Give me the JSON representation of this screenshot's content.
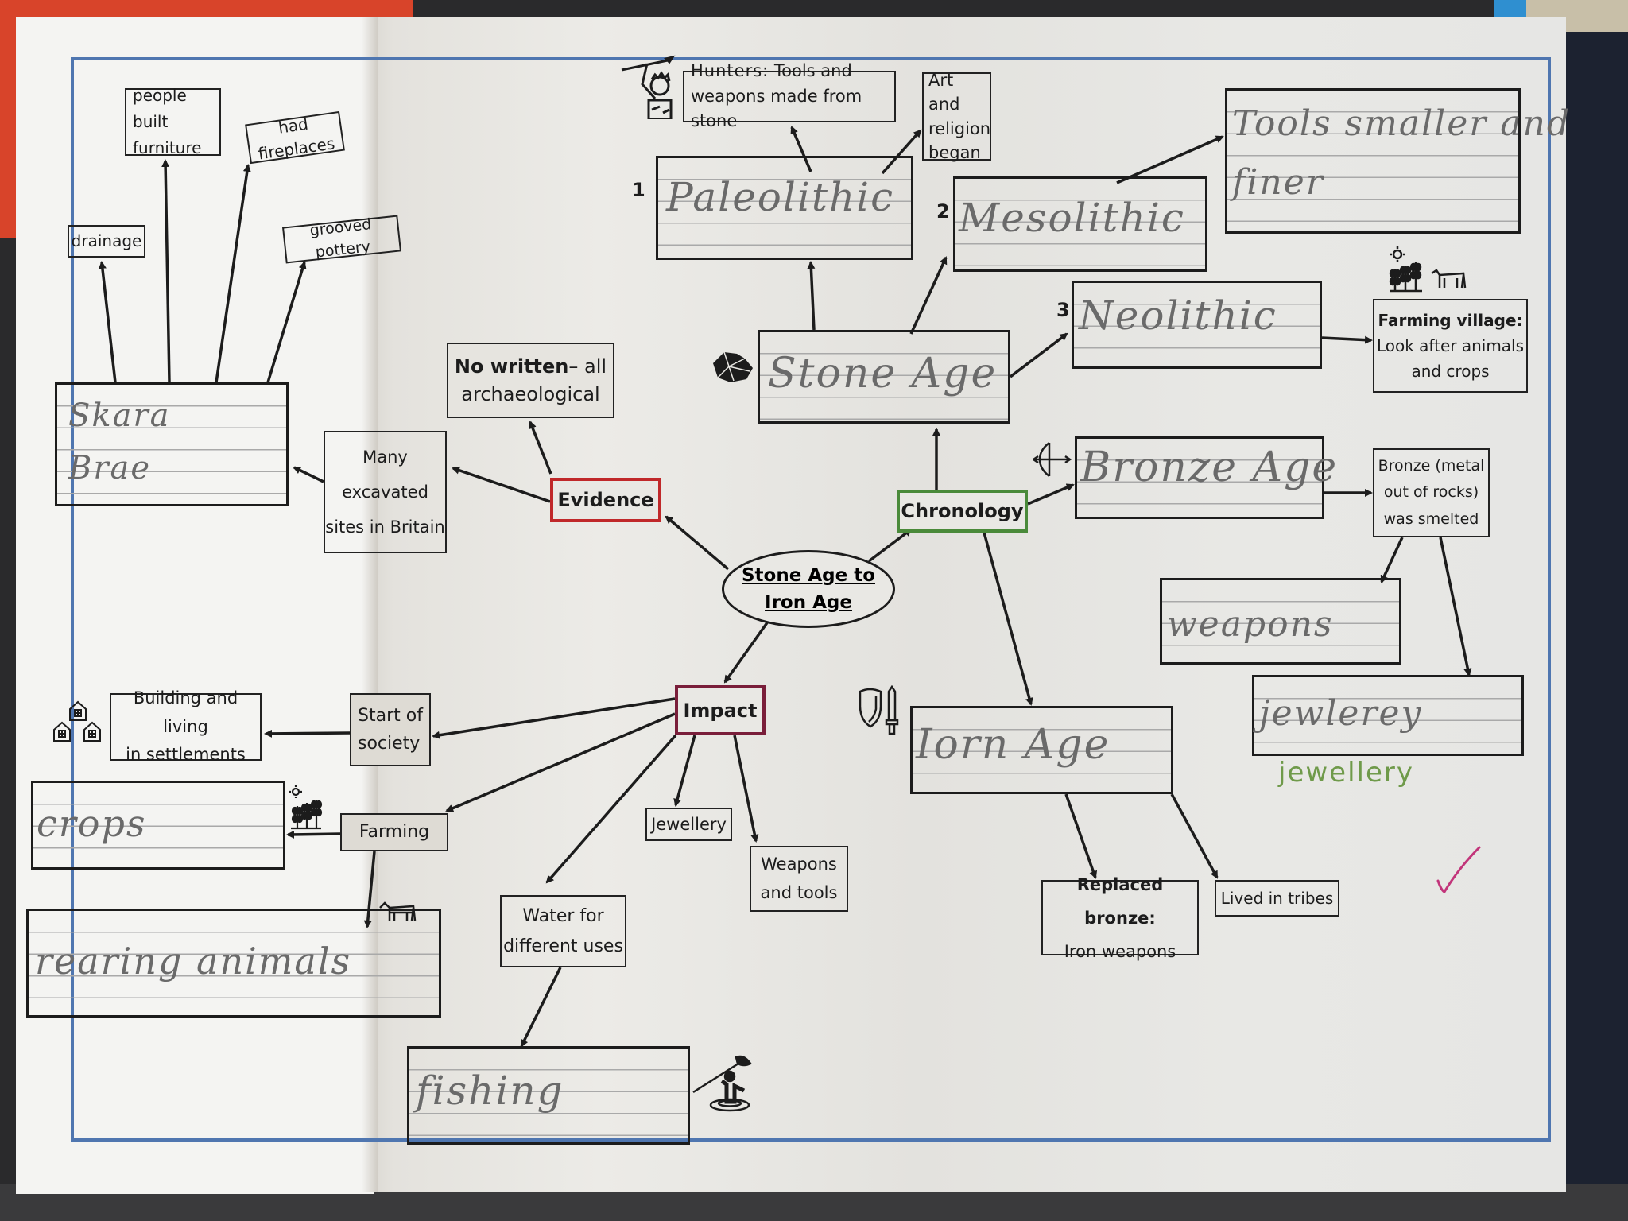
{
  "center": {
    "line1": "Stone Age to",
    "line2": "Iron Age"
  },
  "branches": {
    "evidence": {
      "label": "Evidence",
      "color": "#c0282a"
    },
    "chronology": {
      "label": "Chronology",
      "color": "#4a8a3a"
    },
    "impact": {
      "label": "Impact",
      "color": "#7a1e3a"
    }
  },
  "evidence_nodes": {
    "no_written": {
      "bold": "No written",
      "rest": "– all",
      "line2": "archaeological"
    },
    "many_sites": {
      "line1": "Many",
      "line2": "excavated",
      "line3": "sites in Britain"
    },
    "skara_brae": {
      "line1": "Skara",
      "line2": "Brae"
    },
    "skara_facts": [
      {
        "label": "drainage"
      },
      {
        "line1": "people built",
        "line2": "furniture"
      },
      {
        "label": "had fireplaces"
      },
      {
        "label": "grooved pottery"
      }
    ]
  },
  "chronology_nodes": {
    "stone_age": {
      "label": "Stone Age"
    },
    "paleolithic": {
      "number": "1",
      "label": "Paleolithic"
    },
    "mesolithic": {
      "number": "2",
      "label": "Mesolithic"
    },
    "neolithic": {
      "number": "3",
      "label": "Neolithic"
    },
    "hunters": {
      "bold": "Hunters:",
      "rest": " Tools and",
      "line2": "weapons made from stone"
    },
    "art_religion": {
      "line1": "Art and",
      "line2": "religion",
      "line3": "began"
    },
    "tools_smaller": {
      "line1": "Tools smaller and",
      "line2": "finer"
    },
    "farming_village": {
      "bold": "Farming village:",
      "line2": "Look after animals",
      "line3": "and crops"
    },
    "bronze_age": {
      "label": "Bronze Age"
    },
    "bronze_metal": {
      "line1": "Bronze (metal",
      "line2": "out of rocks)",
      "line3": "was smelted"
    },
    "weapons": {
      "label": "weapons"
    },
    "jewellery_handwritten": {
      "label": "jewlerey",
      "correction": "jewellery",
      "correction_color": "#6f9a4a"
    },
    "iron_age": {
      "label": "Iorn Age"
    },
    "replaced_bronze": {
      "bold": "Replaced bronze:",
      "line2": "Iron weapons"
    },
    "lived_tribes": {
      "label": "Lived in tribes"
    }
  },
  "impact_nodes": {
    "start_society": {
      "line1": "Start of",
      "line2": "society"
    },
    "building_living": {
      "line1": "Building and living",
      "line2": "in settlements"
    },
    "farming": {
      "label": "Farming"
    },
    "crops": {
      "label": "crops"
    },
    "rearing_animals": {
      "label": "rearing animals"
    },
    "jewellery": {
      "label": "Jewellery"
    },
    "weapons_tools": {
      "line1": "Weapons",
      "line2": "and tools"
    },
    "water": {
      "line1": "Water for",
      "line2": "different uses"
    },
    "fishing": {
      "label": "fishing"
    }
  },
  "marks": {
    "tick_color": "#c2357a",
    "frame_color": "#4f76b0"
  },
  "icons": [
    "caveman-hunter-icon",
    "rock-icon",
    "bow-arrow-icon",
    "shield-sword-icon",
    "houses-icon",
    "wheat-sun-icon",
    "cow-icon",
    "fishing-spear-icon"
  ]
}
